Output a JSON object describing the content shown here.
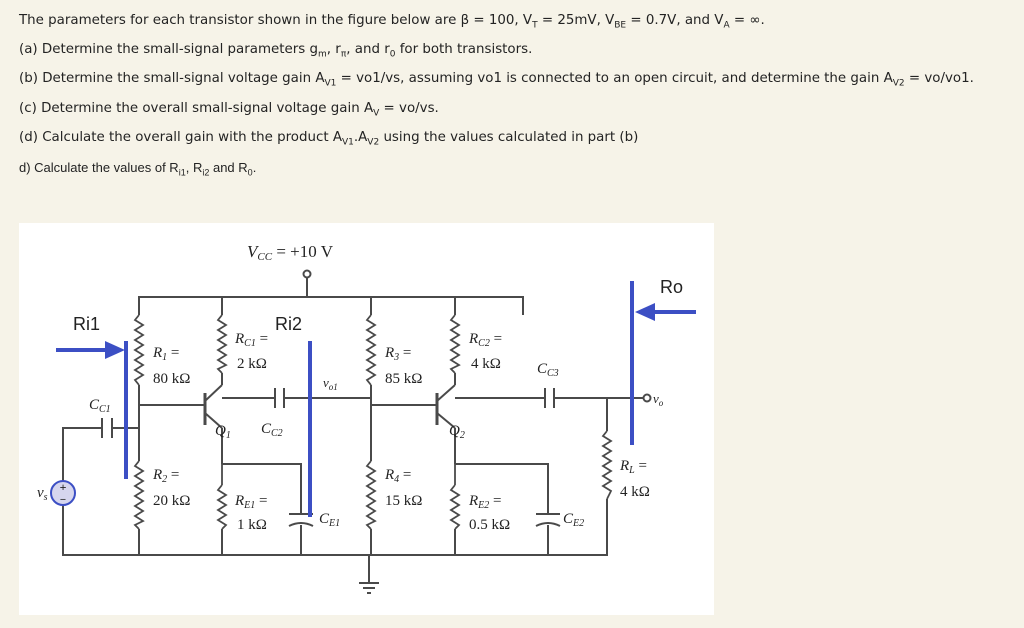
{
  "question": {
    "l0": {
      "a": "The parameters for each transistor shown in the figure below are β = 100, V",
      "b": "T",
      "c": " = 25mV, V",
      "d": "BE",
      "e": " = 0.7V, and V",
      "f": "A",
      "g": " = ∞."
    },
    "l1": {
      "a": "(a) Determine the small-signal parameters g",
      "b": "m",
      "c": ", r",
      "d": "π",
      "e": ", and r",
      "f": "0",
      "g": " for both transistors."
    },
    "l2": {
      "a": "(b) Determine the small-signal voltage gain A",
      "b": "V1",
      "c": " = vo1/vs, assuming vo1 is connected to an open circuit, and determine the gain A",
      "d": "V2",
      "e": " = vo/vo1."
    },
    "l3": {
      "a": "(c) Determine the overall small-signal voltage gain A",
      "b": "V",
      "c": " = vo/vs."
    },
    "l4": {
      "a": "(d) Calculate the overall gain with the product A",
      "b": "V1",
      "c": ".A",
      "d": "V2",
      "e": " using the values calculated in part (b)"
    },
    "l5": {
      "a": "d) Calculate the values of R",
      "b": "i1",
      "c": ", R",
      "d": "i2",
      "e": " and R",
      "f": "0",
      "g": "."
    }
  },
  "circuit": {
    "vcc": "V",
    "vcc_sub": "CC",
    "vcc_val": " = +10 V",
    "ri1": "Ri1",
    "ri2": "Ri2",
    "ro": "Ro",
    "vs": "v",
    "vs_sub": "s",
    "plus": "+",
    "minus": "−",
    "cc1": "C",
    "cc1_sub": "C1",
    "r1a": "R",
    "r1a_sub": "1",
    "r1a_eq": " =",
    "r1b": "80 kΩ",
    "r2a": "R",
    "r2a_sub": "2",
    "r2a_eq": " =",
    "r2b": "20 kΩ",
    "rc1a": "R",
    "rc1a_sub": "C1",
    "rc1a_eq": " =",
    "rc1b": "2 kΩ",
    "q1": "Q",
    "q1_sub": "1",
    "cc2": "C",
    "cc2_sub": "C2",
    "re1a": "R",
    "re1a_sub": "E1",
    "re1a_eq": " =",
    "re1b": "1 kΩ",
    "ce1": "C",
    "ce1_sub": "E1",
    "vo1": "v",
    "vo1_sub": "o1",
    "r3a": "R",
    "r3a_sub": "3",
    "r3a_eq": " =",
    "r3b": "85 kΩ",
    "r4a": "R",
    "r4a_sub": "4",
    "r4a_eq": " =",
    "r4b": "15 kΩ",
    "rc2a": "R",
    "rc2a_sub": "C2",
    "rc2a_eq": " =",
    "rc2b": "4 kΩ",
    "q2": "Q",
    "q2_sub": "2",
    "re2a": "R",
    "re2a_sub": "E2",
    "re2a_eq": " =",
    "re2b": "0.5 kΩ",
    "ce2": "C",
    "ce2_sub": "E2",
    "cc3": "C",
    "cc3_sub": "C3",
    "vo": "v",
    "vo_sub": "o",
    "rla": "R",
    "rla_sub": "L",
    "rla_eq": " =",
    "rlb": "4 kΩ"
  },
  "colors": {
    "page": "#f6f3e8",
    "wire": "#4a4a4a",
    "annotation": "#3c4fc4",
    "source_fill": "#d6d6ee"
  }
}
